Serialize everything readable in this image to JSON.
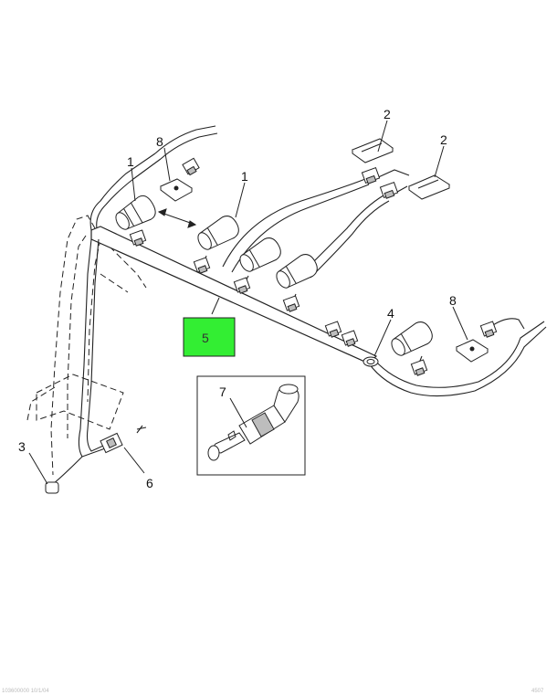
{
  "diagram": {
    "callouts": {
      "c1a": "1",
      "c1b": "1",
      "c2a": "2",
      "c2b": "2",
      "c3": "3",
      "c4": "4",
      "c5": "5",
      "c6": "6",
      "c7": "7",
      "c8a": "8",
      "c8b": "8"
    },
    "highlight_color": "#33ee33",
    "footer_left": "103600000 10/1/04",
    "footer_right": "4507"
  }
}
